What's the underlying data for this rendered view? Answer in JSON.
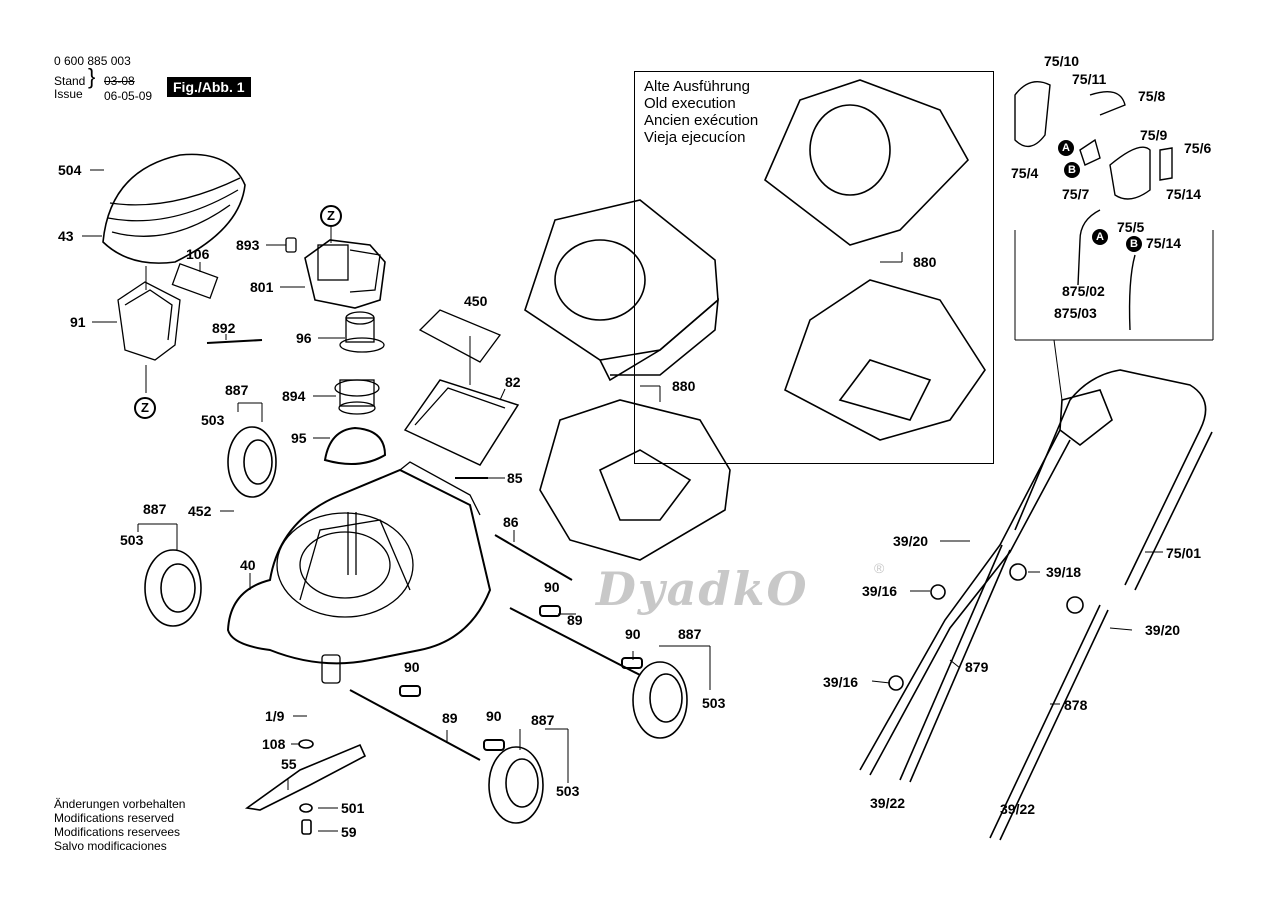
{
  "header": {
    "part_number": "0 600 885 003",
    "stand_label": "Stand",
    "issue_label": "Issue",
    "old_date": "03-08",
    "date": "06-05-09",
    "figure": "Fig./Abb. 1"
  },
  "old_version": {
    "lines": [
      "Alte Ausführung",
      "Old execution",
      "Ancien exécution",
      "Vieja ejecucíon"
    ]
  },
  "labels": {
    "l504": "504",
    "l43": "43",
    "l106": "106",
    "l91": "91",
    "z_top": "Z",
    "z_bottom": "Z",
    "l893": "893",
    "l801": "801",
    "l96": "96",
    "l892": "892",
    "l887a": "887",
    "l503a": "503",
    "l894": "894",
    "l95": "95",
    "l450": "450",
    "l82": "82",
    "l85": "85",
    "l86": "86",
    "l452": "452",
    "l887b": "887",
    "l503b": "503",
    "l40": "40",
    "l90a": "90",
    "l89a": "89",
    "l90b": "90",
    "l887c": "887",
    "l503c": "503",
    "l90c": "90",
    "l1_9": "1/9",
    "l108": "108",
    "l55": "55",
    "l89b": "89",
    "l90d": "90",
    "l887d": "887",
    "l503d": "503",
    "l501": "501",
    "l59": "59",
    "l880a": "880",
    "l880b": "880",
    "l75_10": "75/10",
    "l75_11": "75/11",
    "l75_8": "75/8",
    "l75_9": "75/9",
    "l75_6": "75/6",
    "l75_4": "75/4",
    "l75_7": "75/7",
    "l75_14a": "75/14",
    "l75_5": "75/5",
    "l75_14b": "75/14",
    "l875_02": "875/02",
    "l875_03": "875/03",
    "l39_20a": "39/20",
    "l75_01": "75/01",
    "l39_18": "39/18",
    "l39_16a": "39/16",
    "l39_20b": "39/20",
    "l39_16b": "39/16",
    "l879": "879",
    "l878": "878",
    "l39_22a": "39/22",
    "l39_22b": "39/22",
    "A1": "A",
    "B1": "B",
    "A2": "A",
    "B2": "B"
  },
  "notes": [
    "Änderungen vorbehalten",
    "Modifications reserved",
    "Modifications reservees",
    "Salvo modificaciones"
  ],
  "watermark": {
    "text": "DyadkO",
    "reg": "®"
  }
}
